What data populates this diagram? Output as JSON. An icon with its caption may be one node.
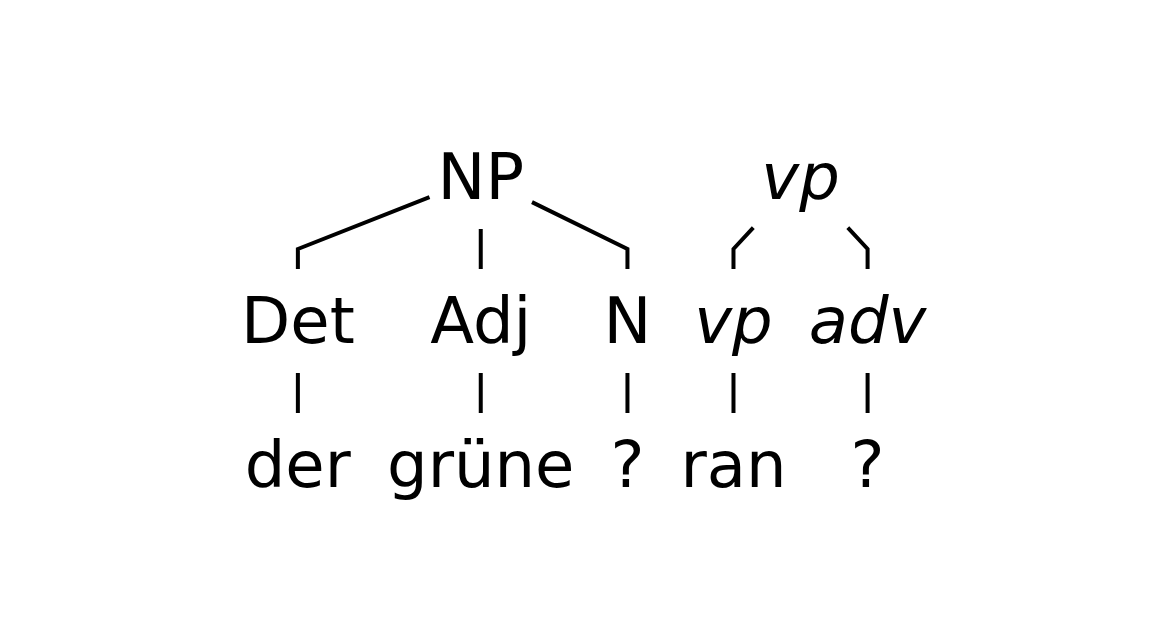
{
  "diagram": {
    "nodes": [
      {
        "text": [
          "NP"
        ]
      },
      {
        "text": [
          "vp"
        ]
      },
      {
        "text": [
          "Det"
        ]
      },
      {
        "text": [
          "Adj"
        ]
      },
      {
        "text": [
          "N"
        ]
      },
      {
        "text": [
          "vp"
        ]
      },
      {
        "text": [
          "adv"
        ]
      },
      {
        "text": [
          "der"
        ]
      },
      {
        "text": [
          "grüne"
        ]
      },
      {
        "text": [
          "?"
        ]
      },
      {
        "text": [
          "ran"
        ]
      },
      {
        "text": [
          "?"
        ]
      }
    ],
    "edges": [
      {
        "from": 0,
        "to": 2,
        "arrow": "none"
      },
      {
        "from": 0,
        "to": 3,
        "arrow": "none"
      },
      {
        "from": 0,
        "to": 4,
        "arrow": "none"
      },
      {
        "from": 2,
        "to": 7,
        "arrow": "none"
      },
      {
        "from": 3,
        "to": 8,
        "arrow": "none"
      },
      {
        "from": 4,
        "to": 9,
        "arrow": "none"
      },
      {
        "from": 1,
        "to": 5,
        "arrow": "none"
      },
      {
        "from": 1,
        "to": 6,
        "arrow": "none"
      },
      {
        "from": 5,
        "to": 10,
        "arrow": "none"
      },
      {
        "from": 6,
        "to": 11,
        "arrow": "none"
      }
    ]
  }
}
